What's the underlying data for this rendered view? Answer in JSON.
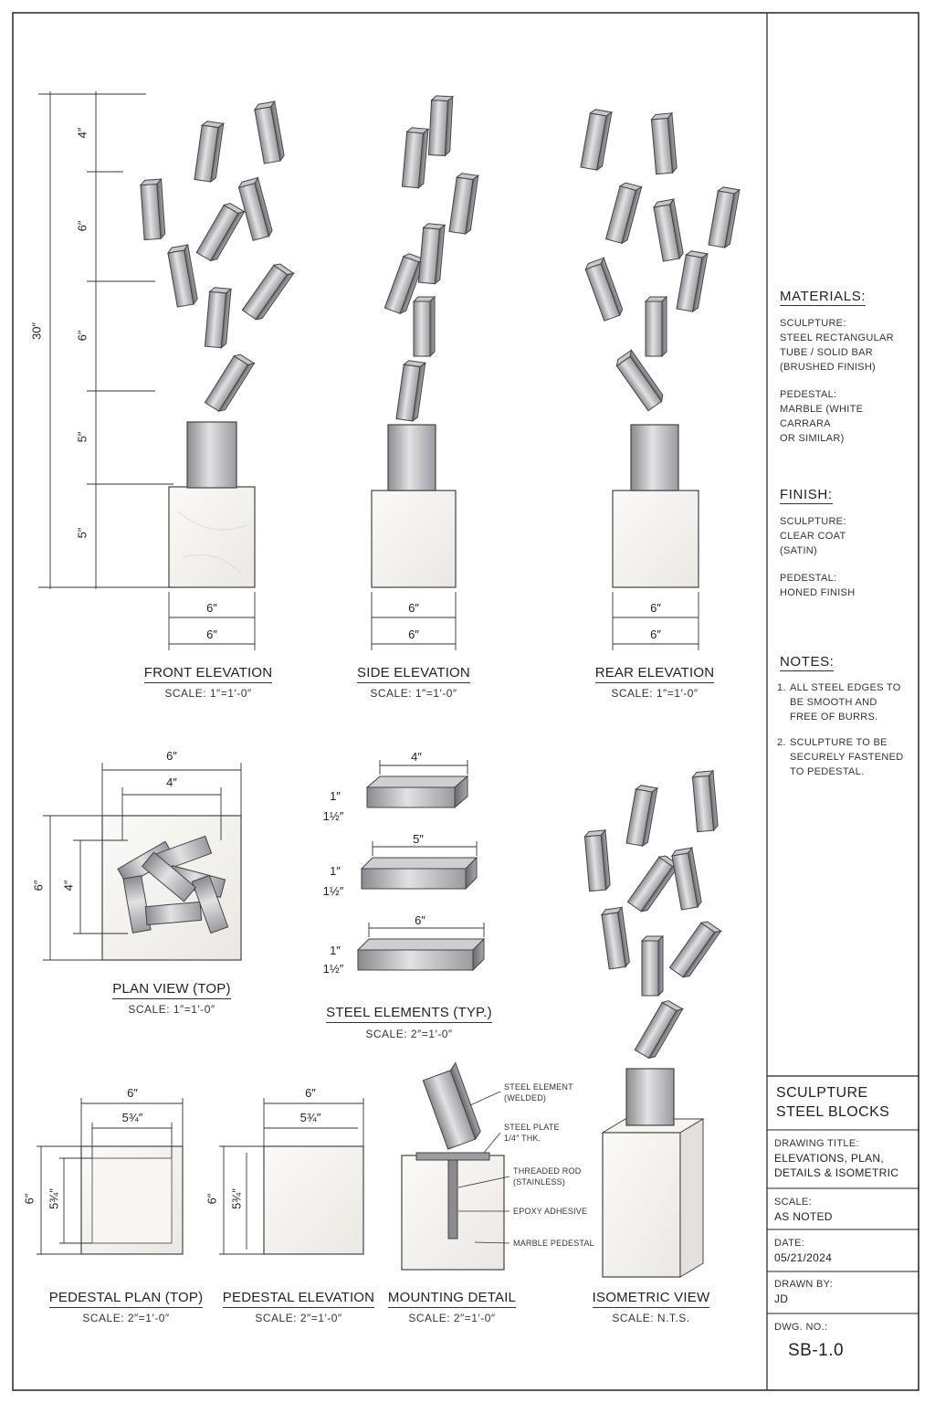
{
  "views": {
    "front": {
      "title": "FRONT ELEVATION",
      "scale": "SCALE:  1″=1′-0″",
      "width_top": "6″",
      "width_bottom": "6″"
    },
    "side": {
      "title": "SIDE ELEVATION",
      "scale": "SCALE:  1″=1′-0″",
      "width_top": "6″",
      "width_bottom": "6″"
    },
    "rear": {
      "title": "REAR ELEVATION",
      "scale": "SCALE:  1″=1′-0″",
      "width_top": "6″",
      "width_bottom": "6″"
    },
    "plan": {
      "title": "PLAN VIEW (TOP)",
      "scale": "SCALE:  1″=1′-0″",
      "outer_w": "6″",
      "inner_w": "4″",
      "outer_h": "6″",
      "inner_h": "4″"
    },
    "steel": {
      "title": "STEEL ELEMENTS (TYP.)",
      "scale": "SCALE:  2″=1′-0″",
      "elements": [
        {
          "length": "4″",
          "height": "1″",
          "width": "1½″"
        },
        {
          "length": "5″",
          "height": "1″",
          "width": "1½″"
        },
        {
          "length": "6″",
          "height": "1″",
          "width": "1½″"
        }
      ]
    },
    "ped_plan": {
      "title": "PEDESTAL PLAN (TOP)",
      "scale": "SCALE:  2″=1′-0″",
      "outer_w": "6″",
      "inner_w": "5¾″",
      "outer_h": "6″",
      "inner_h": "5¾″"
    },
    "ped_elev": {
      "title": "PEDESTAL ELEVATION",
      "scale": "SCALE:  2″=1′-0″",
      "outer_w": "6″",
      "inner_w": "5¾″",
      "outer_h": "6″",
      "inner_h": "5¾″"
    },
    "mounting": {
      "title": "MOUNTING DETAIL",
      "scale": "SCALE:  2″=1′-0″",
      "callouts": [
        "STEEL ELEMENT\n(WELDED)",
        "STEEL PLATE\n1/4″ THK.",
        "THREADED ROD\n(STAINLESS)",
        "EPOXY ADHESIVE",
        "MARBLE PEDESTAL"
      ]
    },
    "iso": {
      "title": "ISOMETRIC VIEW",
      "scale": "SCALE:  N.T.S."
    }
  },
  "height_dims": {
    "total": "30″",
    "segments": [
      "4″",
      "6″",
      "6″",
      "5″",
      "5″"
    ]
  },
  "panel": {
    "materials": {
      "heading": "MATERIALS:",
      "sculpture_label": "SCULPTURE:",
      "sculpture_text": [
        "STEEL RECTANGULAR",
        "TUBE / SOLID BAR",
        "(BRUSHED FINISH)"
      ],
      "pedestal_label": "PEDESTAL:",
      "pedestal_text": [
        "MARBLE (WHITE CARRARA",
        "OR SIMILAR)"
      ]
    },
    "finish": {
      "heading": "FINISH:",
      "sculpture_label": "SCULPTURE:",
      "sculpture_text": [
        "CLEAR COAT",
        "(SATIN)"
      ],
      "pedestal_label": "PEDESTAL:",
      "pedestal_text": [
        "HONED FINISH"
      ]
    },
    "notes": {
      "heading": "NOTES:",
      "items": [
        {
          "num": "1.",
          "lines": [
            "ALL STEEL EDGES TO",
            "BE SMOOTH AND",
            "FREE OF BURRS."
          ]
        },
        {
          "num": "2.",
          "lines": [
            "SCULPTURE TO BE",
            "SECURELY FASTENED",
            "TO PEDESTAL."
          ]
        }
      ]
    }
  },
  "title_block": {
    "project": [
      "SCULPTURE",
      "STEEL BLOCKS"
    ],
    "drawing_title_label": "DRAWING TITLE:",
    "drawing_title": [
      "ELEVATIONS, PLAN,",
      "DETAILS & ISOMETRIC"
    ],
    "scale_label": "SCALE:",
    "scale_value": "AS NOTED",
    "date_label": "DATE:",
    "date_value": "05/21/2024",
    "drawn_by_label": "DRAWN BY:",
    "drawn_by_value": "JD",
    "dwg_no_label": "DWG. NO.:",
    "dwg_no_value": "SB-1.0"
  },
  "colors": {
    "line": "#333333",
    "steel_light": "#d8d8da",
    "steel_mid": "#a9a9ad",
    "steel_dark": "#6e6e73",
    "marble": "#f2f0ec"
  }
}
